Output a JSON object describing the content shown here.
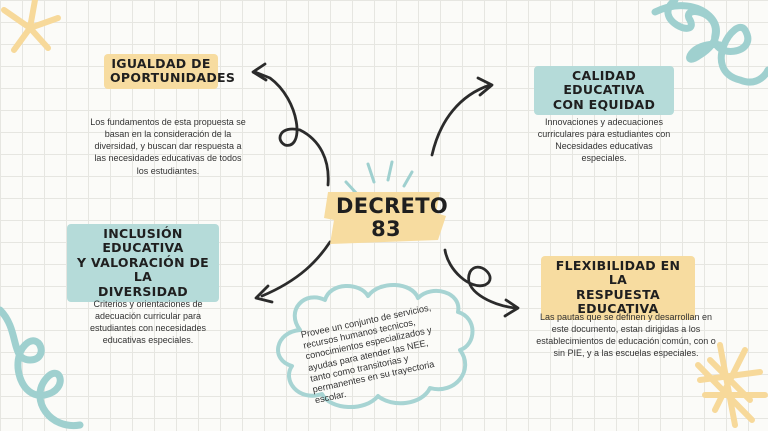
{
  "center": {
    "title_line1": "DECRETO",
    "title_line2": "83"
  },
  "nodes": {
    "top_left": {
      "heading_line1": "IGUALDAD DE",
      "heading_line2": "OPORTUNIDADES",
      "text": "Los fundamentos de esta propuesta se basan en la consideración de la diversidad, y buscan dar respuesta a las necesidades educativas de todos los estudiantes."
    },
    "top_right": {
      "heading_line1": "CALIDAD EDUCATIVA",
      "heading_line2": "CON EQUIDAD",
      "text": "Innovaciones y adecuaciones curriculares para estudiantes con Necesidades educativas especiales."
    },
    "bottom_left": {
      "heading_line1": "INCLUSIÓN EDUCATIVA",
      "heading_line2": "Y VALORACIÓN DE LA",
      "heading_line3": "DIVERSIDAD",
      "text": "Criterios y orientaciones de adecuación curricular para estudiantes con necesidades educativas especiales."
    },
    "bottom_right": {
      "heading_line1": "FLEXIBILIDAD EN LA",
      "heading_line2": "RESPUESTA EDUCATIVA",
      "text": "Las pautas que se definen y desarrollan en este documento, estan dirigidas a los establecimientos de educación común, con o sin PIE, y a las escuelas especiales."
    }
  },
  "cloud": {
    "lines": [
      "Provee un conjunto de servicios,",
      "recursos humanos tecnicos,",
      "conocimientos especializados y",
      "ayudas para atender las NEE,",
      "tanto como transitorias y",
      "permanentes en su trayectoria",
      "escolar."
    ]
  },
  "colors": {
    "yellow_highlight": "#f7dca0",
    "teal_highlight": "#b5dbd9",
    "teal_decoration": "#9fd0cf",
    "yellow_decoration": "#f7d99a",
    "arrow": "#2b2b2b"
  }
}
